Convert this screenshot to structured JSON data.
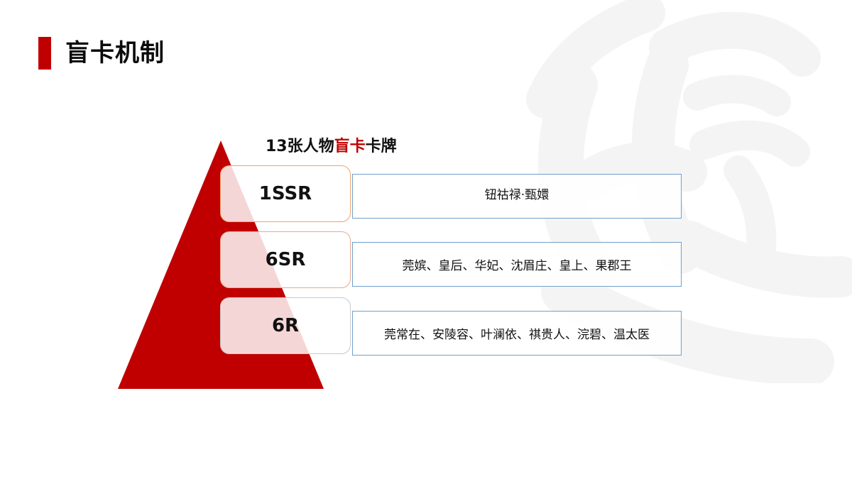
{
  "page": {
    "title": "盲卡机制"
  },
  "diagram": {
    "heading_prefix": "13张人物",
    "heading_accent": "盲卡",
    "heading_suffix": "卡牌",
    "accent_color": "#c00000",
    "tiers": [
      {
        "rank": "1SSR",
        "members": "钮祜禄·甄嬛"
      },
      {
        "rank": "6SR",
        "members": "莞嫔、皇后、华妃、沈眉庄、皇上、果郡王"
      },
      {
        "rank": "6R",
        "members": "莞常在、安陵容、叶澜依、祺贵人、浣碧、温太医"
      }
    ]
  }
}
